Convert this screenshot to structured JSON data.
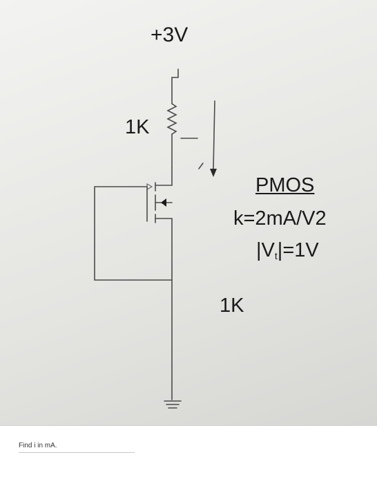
{
  "circuit": {
    "supply_label": "+3V",
    "resistor_top_label": "1K",
    "resistor_bottom_label": "1K",
    "device_label": "PMOS",
    "k_label": "k=2mA/V2",
    "vt_prefix": "|V",
    "vt_subscript": "t",
    "vt_suffix": "|=1V"
  },
  "footer": {
    "question": "Find i in mA."
  },
  "colors": {
    "ink": "#1a1a1a",
    "wire": "#4a4a4a"
  }
}
